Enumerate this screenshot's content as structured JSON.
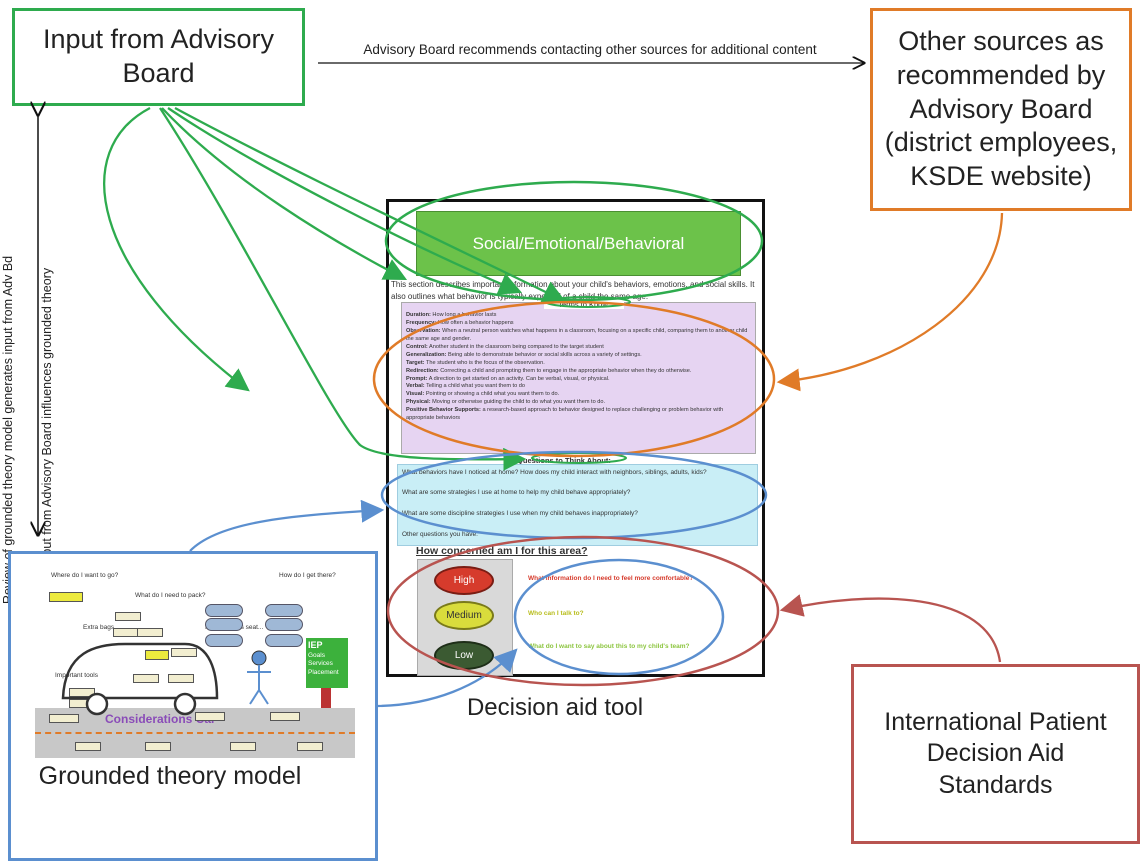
{
  "nodes": {
    "advisory_board": "Input from Advisory Board",
    "other_sources": "Other sources as recommended by Advisory Board (district employees, KSDE website)",
    "ipdas": "International Patient Decision Aid Standards",
    "decision_aid": "Decision aid tool",
    "grounded_theory": "Grounded theory model"
  },
  "edges": {
    "advisory_to_other": "Advisory Board recommends contacting other sources for additional content",
    "review_label": "Review of grounded theory model generates input from Adv Bd",
    "input_label": "Input from Advisory Board influences grounded theory"
  },
  "document": {
    "title": "Social/Emotional/Behavioral",
    "intro": "This section describes important information about your child's behaviors, emotions, and social skills. It also outlines what behavior is typically expected of a child the same age.",
    "terms_header": "Terms to Know:",
    "terms": [
      {
        "term": "Duration:",
        "def": "How long a behavior lasts"
      },
      {
        "term": "Frequency:",
        "def": "How often a behavior happens"
      },
      {
        "term": "Observation:",
        "def": "When a neutral person watches what happens in a classroom, focusing on a specific child, comparing them to another child the same age and gender."
      },
      {
        "term": "Control:",
        "def": "Another student in the classroom being compared to the target student"
      },
      {
        "term": "Generalization:",
        "def": "Being able to demonstrate behavior or social skills across a variety of settings."
      },
      {
        "term": "Target:",
        "def": "The student who is the focus of the observation."
      },
      {
        "term": "Redirection:",
        "def": "Correcting a child and prompting them to engage in the appropriate behavior when they do otherwise."
      },
      {
        "term": "Prompt:",
        "def": "A direction to get started on an activity. Can be verbal, visual, or physical."
      },
      {
        "term": "Verbal:",
        "def": "Telling a child what you want them to do"
      },
      {
        "term": "Visual:",
        "def": "Pointing or showing a child what you want them to do."
      },
      {
        "term": "Physical:",
        "def": "Moving or otherwise guiding the child to do what you want them to do."
      },
      {
        "term": "Positive Behavior Supports:",
        "def": "a research-based approach to behavior designed to replace challenging or problem behavior with appropriate behaviors"
      }
    ],
    "questions_header": "Questions to Think About:",
    "questions": [
      "What behaviors have I noticed at home? How does my child interact with neighbors, siblings, adults, kids?",
      "What are some strategies I use at home to help my child behave appropriately?",
      "What are some discipline strategies I use when my child behaves inappropriately?",
      "Other questions you have:"
    ],
    "concern_title": "How concerned am I for this area?",
    "levels": [
      "High",
      "Medium",
      "Low"
    ],
    "concern_questions": [
      "What information do I need to feel more comfortable?",
      "Who can I talk to?",
      "What do I want to say about this to my child's team?"
    ]
  },
  "grounded_model": {
    "where": "Where do I want to go?",
    "what_pack": "What do I need to pack?",
    "how_get": "How do I get there?",
    "extra_bags": "Extra bags",
    "important_tools": "Important tools",
    "drivers_seat": "In the driver's seat...",
    "car_label": "Considerations Car",
    "iep_title": "IEP",
    "iep_items": "Goals Services Placement"
  },
  "colors": {
    "green": "#2eab4e",
    "orange": "#e07b28",
    "blue": "#5b8fcf",
    "red": "#b85450",
    "doc_title_bg": "#6cc24a"
  }
}
